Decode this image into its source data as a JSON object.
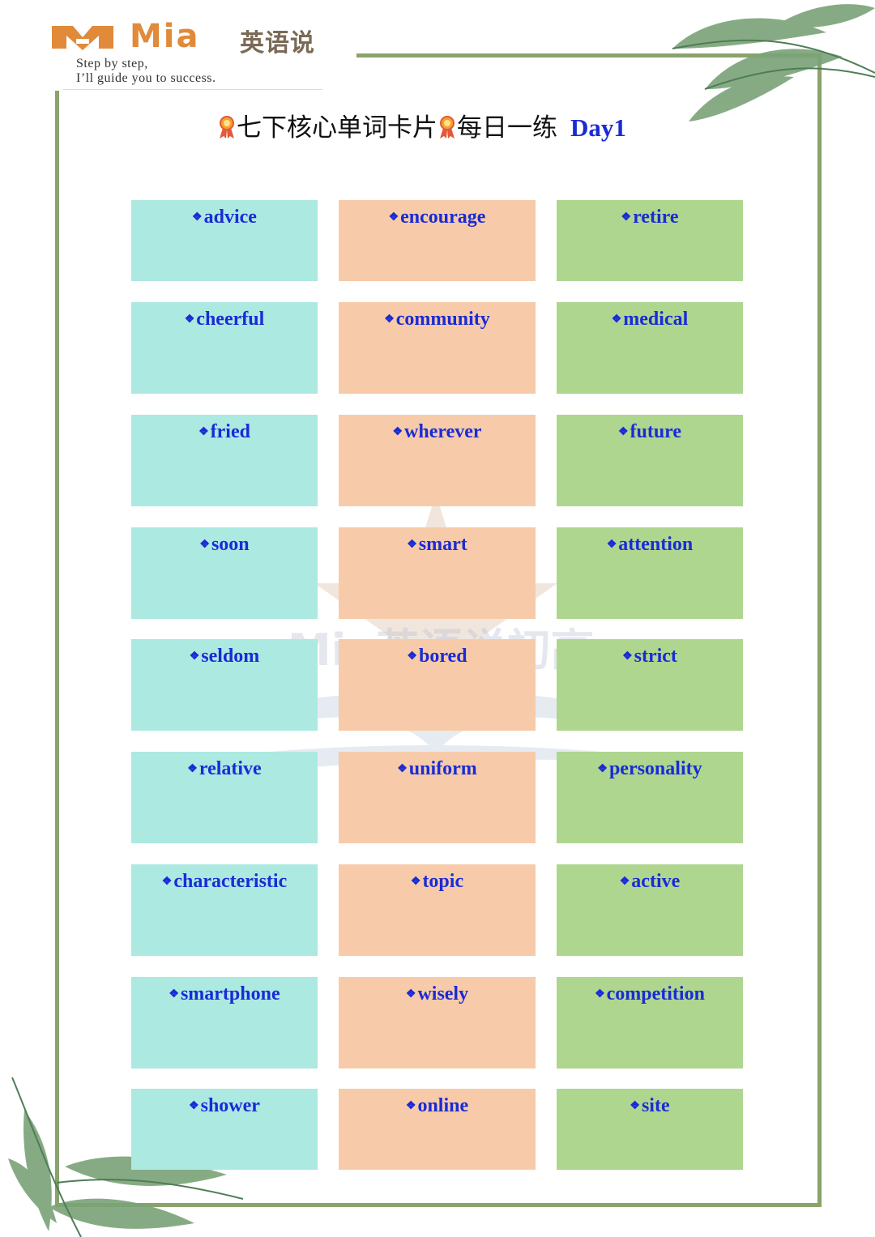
{
  "logo": {
    "brand": "Mia",
    "brand_cn": "英语说",
    "tagline1": "Step by step,",
    "tagline2": "I’ll guide you to success."
  },
  "title": {
    "main": "七下核心单词卡片",
    "sub": "每日一练",
    "day": "Day1"
  },
  "watermark": "Mia英语说初高",
  "colors": {
    "col1": "#abe9e1",
    "col2": "#f7cba9",
    "col3": "#aed68f",
    "word": "#1a2bd6",
    "frame": "#8aa36c",
    "logo": "#e08a3a"
  },
  "words": {
    "col1": [
      "advice",
      "cheerful",
      "fried",
      "soon",
      "seldom",
      "relative",
      "characteristic",
      "smartphone",
      "shower"
    ],
    "col2": [
      "encourage",
      "community",
      "wherever",
      "smart",
      "bored",
      "uniform",
      "topic",
      "wisely",
      "online"
    ],
    "col3": [
      "retire",
      "medical",
      "future",
      "attention",
      "strict",
      "personality",
      "active",
      "competition",
      "site"
    ]
  }
}
